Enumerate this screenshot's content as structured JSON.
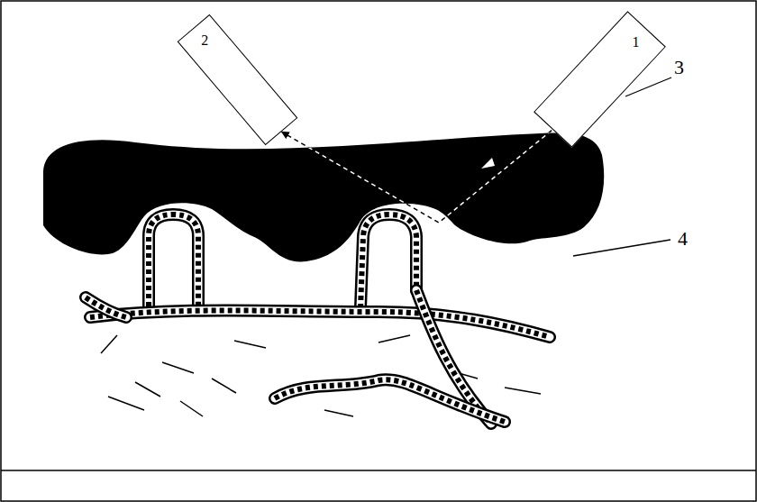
{
  "diagram": {
    "nodes": [
      {
        "text": [
          "2"
        ]
      },
      {
        "text": [
          "1"
        ]
      }
    ],
    "edges": [
      {
        "from": 1,
        "to": 0,
        "arrow": "to"
      }
    ],
    "labels": [
      "3",
      "4"
    ]
  }
}
